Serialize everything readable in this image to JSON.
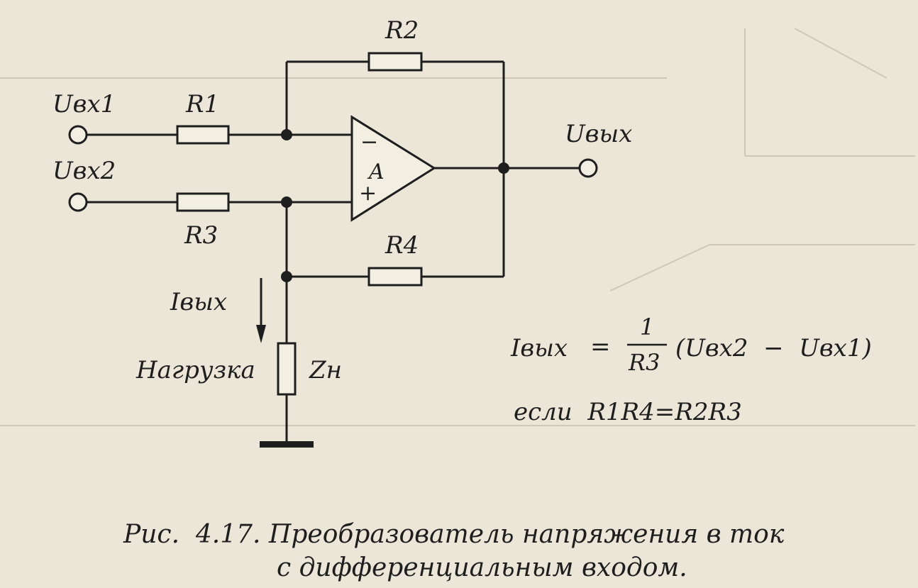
{
  "labels": {
    "uin1": "Uвх1",
    "uin2": "Uвх2",
    "uout": "Uвых",
    "r1": "R1",
    "r2": "R2",
    "r3": "R3",
    "r4": "R4",
    "amp": "A",
    "minus": "−",
    "plus": "+",
    "iout": "Iвых",
    "load": "Нагрузка",
    "zh": "Zн"
  },
  "formula": {
    "lhs": "Iвых",
    "eq": "=",
    "num": "1",
    "den": "R3",
    "rhs": "(Uвх2  −  Uвх1)",
    "condition": "если  R1R4=R2R3"
  },
  "caption": {
    "line1": "Рис.  4.17. Преобразователь напряжения в ток",
    "line2": "с дифференциальным входом."
  }
}
